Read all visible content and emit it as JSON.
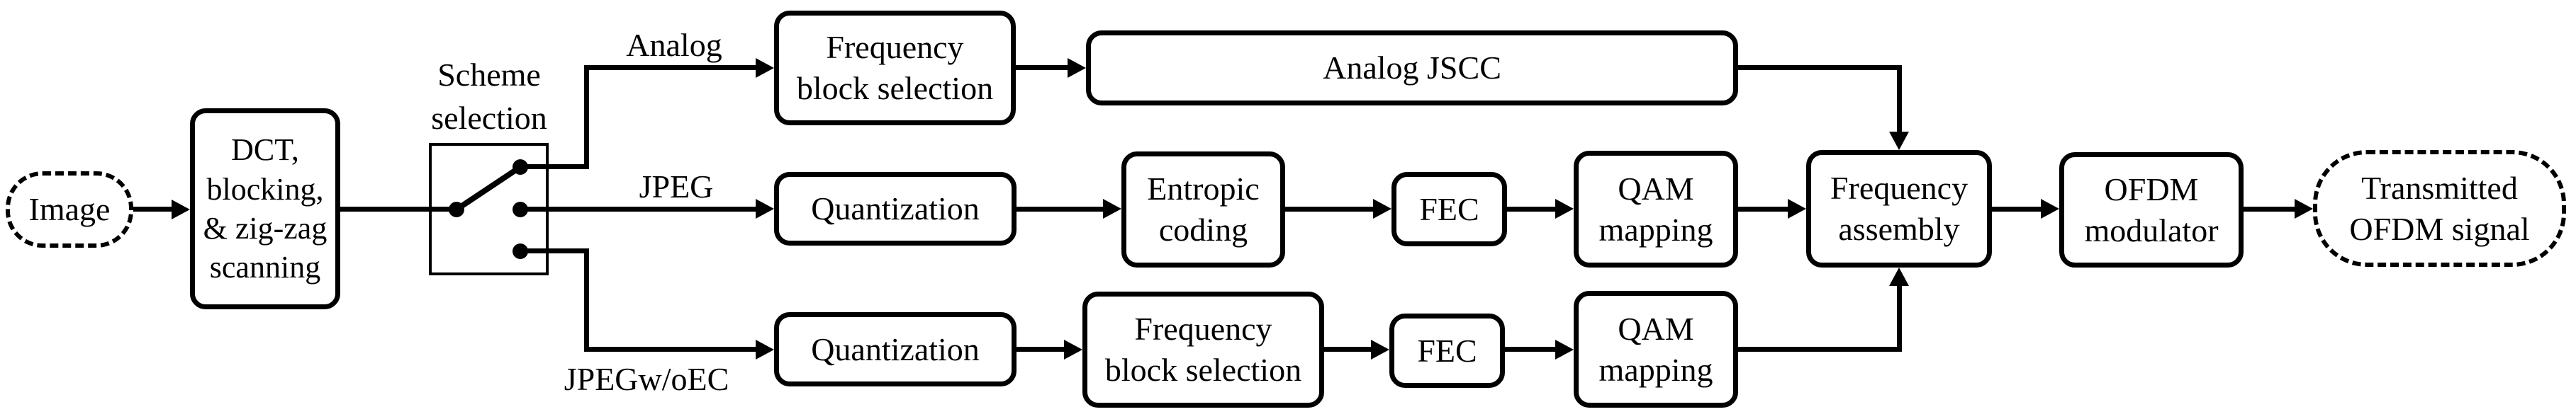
{
  "figure": {
    "colors": {
      "stroke": "#000000",
      "background": "#ffffff"
    },
    "nodes": {
      "image": "Image",
      "dct": "DCT,\nblocking,\n& zig-zag\nscanning",
      "scheme_selection": "Scheme\nselection",
      "freq_block_selection_analog": "Frequency\nblock selection",
      "analog_jscc": "Analog JSCC",
      "quantization_jpeg": "Quantization",
      "entropic_coding": "Entropic\ncoding",
      "fec_jpeg": "FEC",
      "qam_mapping_jpeg": "QAM\nmapping",
      "quantization_jpegwoec": "Quantization",
      "freq_block_selection_jpegwoec": "Frequency\nblock selection",
      "fec_jpegwoec": "FEC",
      "qam_mapping_jpegwoec": "QAM\nmapping",
      "frequency_assembly": "Frequency\nassembly",
      "ofdm_modulator": "OFDM\nmodulator",
      "transmitted_ofdm_signal": "Transmitted\nOFDM signal"
    },
    "branch_labels": {
      "analog": "Analog",
      "jpeg": "JPEG",
      "jpegwoec": "JPEGw/oEC"
    }
  }
}
